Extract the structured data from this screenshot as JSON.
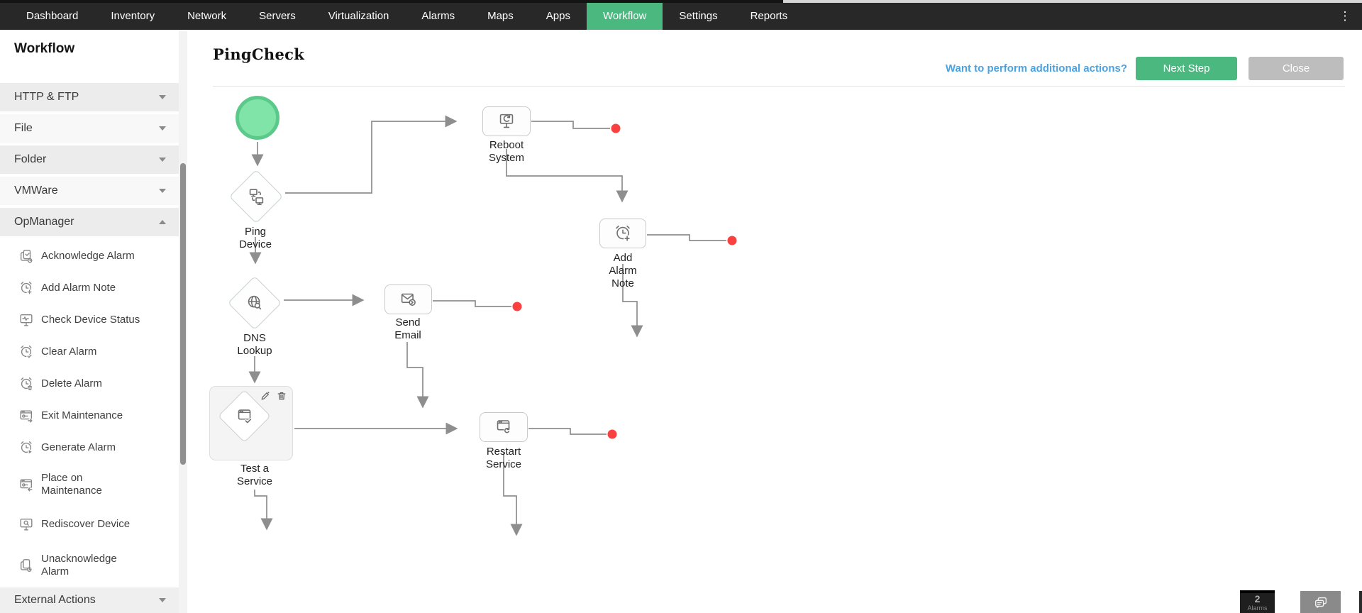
{
  "top_nav": {
    "items": [
      {
        "label": "Dashboard",
        "active": false
      },
      {
        "label": "Inventory",
        "active": false
      },
      {
        "label": "Network",
        "active": false
      },
      {
        "label": "Servers",
        "active": false
      },
      {
        "label": "Virtualization",
        "active": false
      },
      {
        "label": "Alarms",
        "active": false
      },
      {
        "label": "Maps",
        "active": false
      },
      {
        "label": "Apps",
        "active": false
      },
      {
        "label": "Workflow",
        "active": true
      },
      {
        "label": "Settings",
        "active": false
      },
      {
        "label": "Reports",
        "active": false
      }
    ],
    "overflow_icon": "kebab-menu-icon",
    "active_color": "#4bb87f"
  },
  "sidebar": {
    "title": "Workflow",
    "categories": [
      {
        "label": "HTTP & FTP",
        "state": "collapsed"
      },
      {
        "label": "File",
        "state": "collapsed"
      },
      {
        "label": "Folder",
        "state": "collapsed"
      },
      {
        "label": "VMWare",
        "state": "collapsed"
      },
      {
        "label": "OpManager",
        "state": "expanded"
      }
    ],
    "opmanager_actions": [
      {
        "icon": "acknowledge-alarm-icon",
        "label": "Acknowledge Alarm"
      },
      {
        "icon": "add-alarm-note-icon",
        "label": "Add Alarm Note"
      },
      {
        "icon": "check-device-status-icon",
        "label": "Check Device Status"
      },
      {
        "icon": "clear-alarm-icon",
        "label": "Clear Alarm"
      },
      {
        "icon": "delete-alarm-icon",
        "label": "Delete Alarm"
      },
      {
        "icon": "exit-maintenance-icon",
        "label": "Exit Maintenance"
      },
      {
        "icon": "generate-alarm-icon",
        "label": "Generate Alarm"
      },
      {
        "icon": "place-on-maintenance-icon",
        "label": "Place on Maintenance"
      },
      {
        "icon": "rediscover-device-icon",
        "label": "Rediscover Device"
      },
      {
        "icon": "unacknowledge-alarm-icon",
        "label": "Unacknowledge Alarm"
      }
    ],
    "footer_category": {
      "label": "External Actions",
      "state": "collapsed"
    }
  },
  "header": {
    "workflow_name": "PingCheck",
    "hint_link": "Want to perform additional actions?",
    "next_step_label": "Next Step",
    "close_label": "Close"
  },
  "diagram": {
    "edge_color": "#8e8e8e",
    "endpoint_color": "#fb4040",
    "start_fill": "#80e3a7",
    "start_ring": "#5bc98a",
    "nodes": [
      {
        "id": "start",
        "type": "start",
        "label": ""
      },
      {
        "id": "ping-device",
        "type": "decision",
        "label": "Ping Device"
      },
      {
        "id": "reboot-system",
        "type": "action",
        "label": "Reboot System"
      },
      {
        "id": "add-alarm-note",
        "type": "action",
        "label": "Add Alarm Note"
      },
      {
        "id": "dns-lookup",
        "type": "decision",
        "label": "DNS Lookup"
      },
      {
        "id": "send-email",
        "type": "action",
        "label": "Send Email"
      },
      {
        "id": "test-a-service",
        "type": "decision",
        "label": "Test a Service",
        "selected": true
      },
      {
        "id": "restart-service",
        "type": "action",
        "label": "Restart Service"
      }
    ]
  },
  "corner_widgets": {
    "alarm_count": "2",
    "alarm_label": "Alarms"
  }
}
